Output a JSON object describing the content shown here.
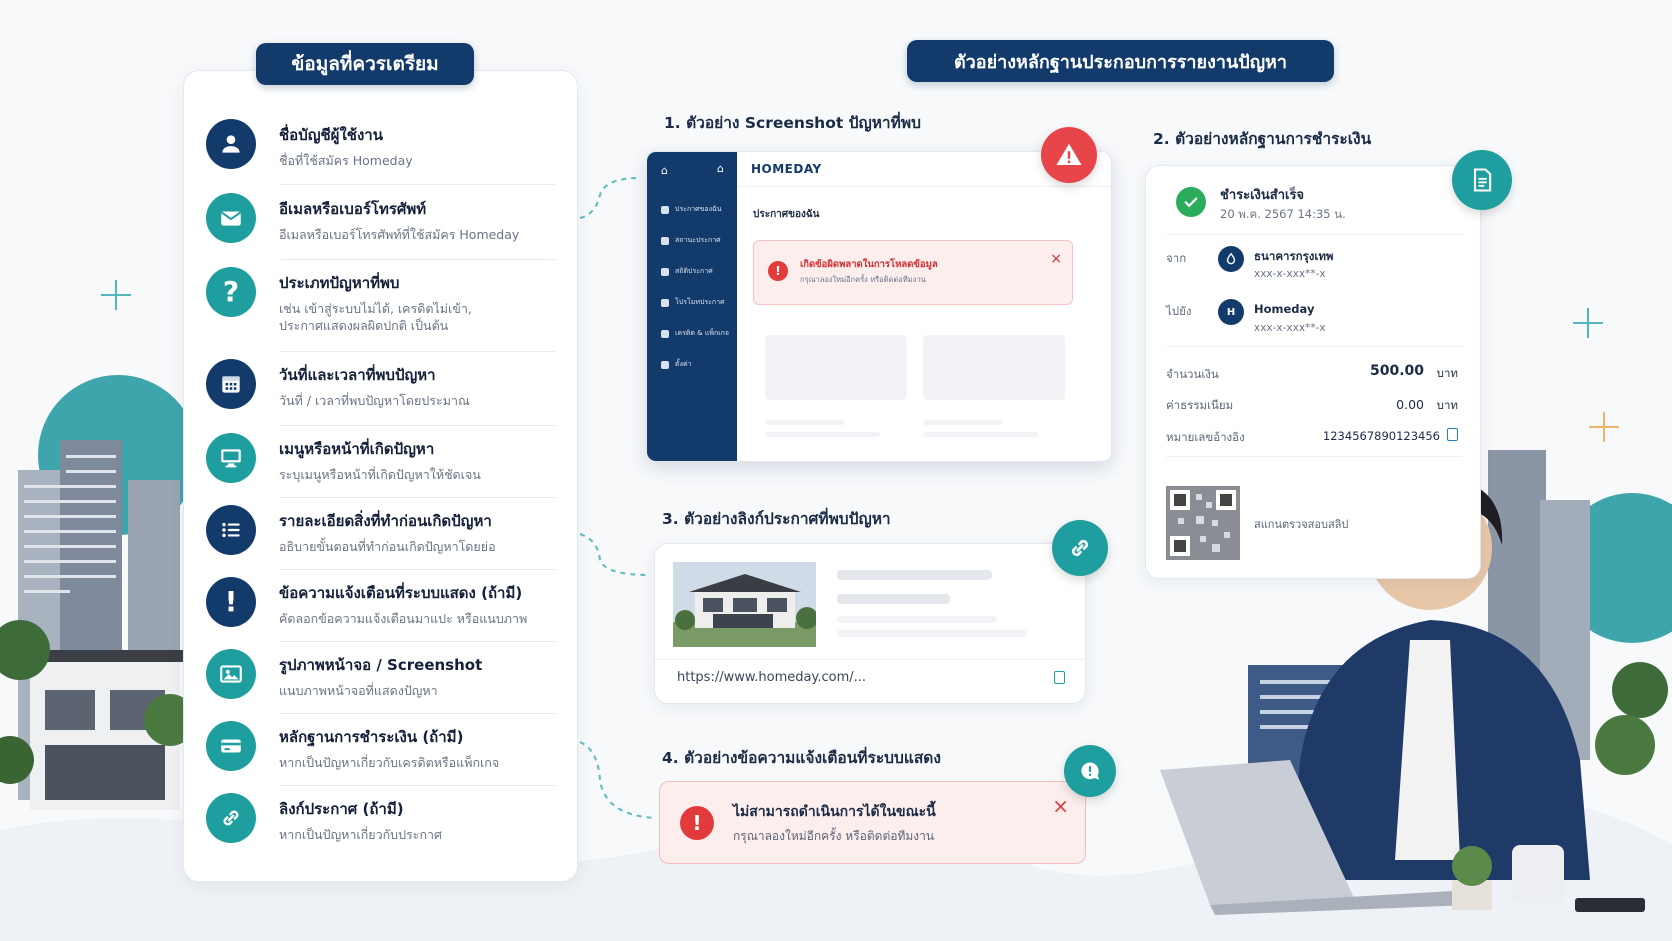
{
  "headers": {
    "left": "ข้อมูลที่ควรเตรียม",
    "right": "ตัวอย่างหลักฐานประกอบการรายงานปัญหา"
  },
  "checklist": [
    {
      "title": "ชื่อบัญชีผู้ใช้งาน",
      "desc": "ชื่อที่ใช้สมัคร Homeday",
      "icon": "user-icon"
    },
    {
      "title": "อีเมลหรือเบอร์โทรศัพท์",
      "desc": "อีเมลหรือเบอร์โทรศัพท์ที่ใช้สมัคร Homeday",
      "icon": "envelope-icon"
    },
    {
      "title": "ประเภทปัญหาที่พบ",
      "desc": "เช่น เข้าสู่ระบบไม่ได้, เครดิตไม่เข้า,",
      "desc2": "ประกาศแสดงผลผิดปกติ เป็นต้น",
      "icon": "question-icon"
    },
    {
      "title": "วันที่และเวลาที่พบปัญหา",
      "desc": "วันที่ / เวลาที่พบปัญหาโดยประมาณ",
      "icon": "calendar-icon"
    },
    {
      "title": "เมนูหรือหน้าที่เกิดปัญหา",
      "desc": "ระบุเมนูหรือหน้าที่เกิดปัญหาให้ชัดเจน",
      "icon": "monitor-icon"
    },
    {
      "title": "รายละเอียดสิ่งที่ทำก่อนเกิดปัญหา",
      "desc": "อธิบายขั้นตอนที่ทำก่อนเกิดปัญหาโดยย่อ",
      "icon": "list-icon"
    },
    {
      "title": "ข้อความแจ้งเตือนที่ระบบแสดง (ถ้ามี)",
      "desc": "คัดลอกข้อความแจ้งเตือนมาแปะ หรือแนบภาพ",
      "icon": "exclamation-icon"
    },
    {
      "title": "รูปภาพหน้าจอ / Screenshot",
      "desc": "แนบภาพหน้าจอที่แสดงปัญหา",
      "icon": "image-icon"
    },
    {
      "title": "หลักฐานการชำระเงิน (ถ้ามี)",
      "desc": "หากเป็นปัญหาเกี่ยวกับเครดิตหรือแพ็กเกจ",
      "icon": "credit-card-icon"
    },
    {
      "title": "ลิงก์ประกาศ (ถ้ามี)",
      "desc": "หากเป็นปัญหาเกี่ยวกับประกาศ",
      "icon": "link-icon"
    }
  ],
  "sections": {
    "s1": "1. ตัวอย่าง Screenshot ปัญหาที่พบ",
    "s2": "2. ตัวอย่างหลักฐานการชำระเงิน",
    "s3": "3. ตัวอย่างลิงก์ประกาศที่พบปัญหา",
    "s4": "4. ตัวอย่างข้อความแจ้งเตือนที่ระบบแสดง"
  },
  "mock": {
    "brand": "HOMEDAY",
    "page_title": "ประกาศของฉัน",
    "menu": [
      "ประกาศของฉัน",
      "สถานะประกาศ",
      "สถิติประกาศ",
      "โปรโมทประกาศ",
      "เครดิต & แพ็กเกจ",
      "ตั้งค่า"
    ],
    "error_title": "เกิดข้อผิดพลาดในการโหลดข้อมูล",
    "error_desc": "กรุณาลองใหม่อีกครั้ง หรือติดต่อทีมงาน",
    "close": "×"
  },
  "payment": {
    "status": "ชำระเงินสำเร็จ",
    "datetime": "20 พ.ค. 2567 14:35 น.",
    "from_label": "จาก",
    "from_bank": "ธนาคารกรุงเทพ",
    "from_acct": "xxx-x-xxx**-x",
    "to_label": "ไปยัง",
    "to_name": "Homeday",
    "to_acct": "xxx-x-xxx**-x",
    "amount_label": "จำนวนเงิน",
    "amount": "500.00",
    "fee_label": "ค่าธรรมเนียม",
    "fee": "0.00",
    "currency": "บาท",
    "ref_label": "หมายเลขอ้างอิง",
    "ref": "1234567890123456",
    "qr_caption": "สแกนตรวจสอบสลิป"
  },
  "link_card": {
    "url": "https://www.homeday.com/..."
  },
  "alert": {
    "title": "ไม่สามารถดำเนินการได้ในขณะนี้",
    "desc": "กรุณาลองใหม่อีกครั้ง หรือติดต่อทีมงาน",
    "close": "×"
  },
  "colors": {
    "navy": "#123a6b",
    "teal": "#1f9ea0",
    "red": "#e23b3b",
    "green": "#2bab5c"
  }
}
